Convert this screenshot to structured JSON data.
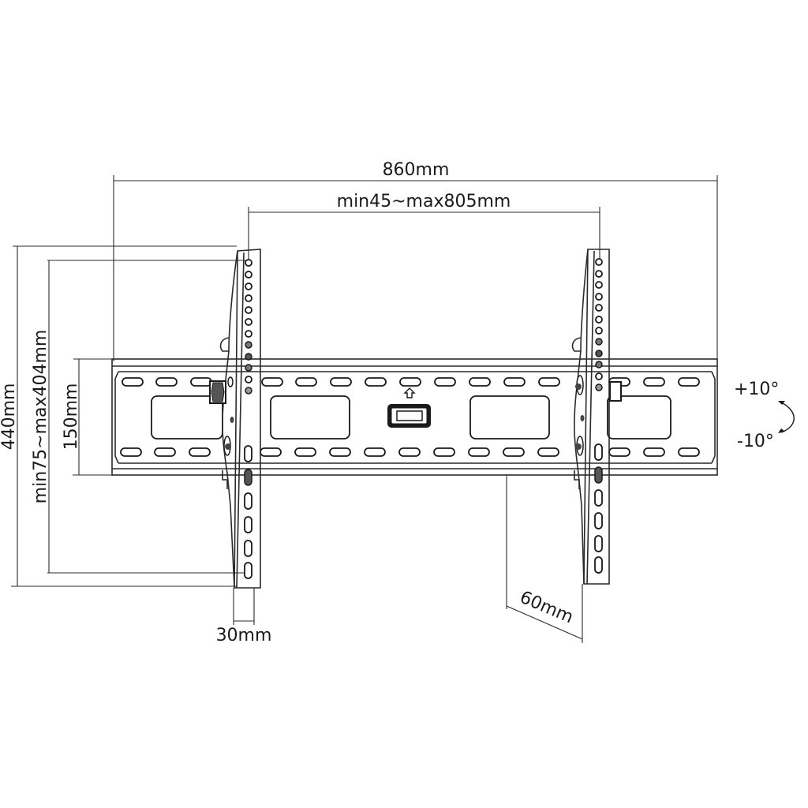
{
  "drawing": {
    "subject": "Tilting TV wall mount - dimension drawing",
    "dimensions": {
      "overall_width": "860mm",
      "arm_spacing": "min45~max805mm",
      "overall_height": "440mm",
      "arm_hole_range": "min75~max404mm",
      "wall_plate_height": "150mm",
      "arm_width": "30mm",
      "wall_depth": "60mm"
    },
    "tilt": {
      "up": "+10°",
      "down": "-10°"
    },
    "colors": {
      "line": "#1a1a1a",
      "background": "#ffffff"
    }
  }
}
